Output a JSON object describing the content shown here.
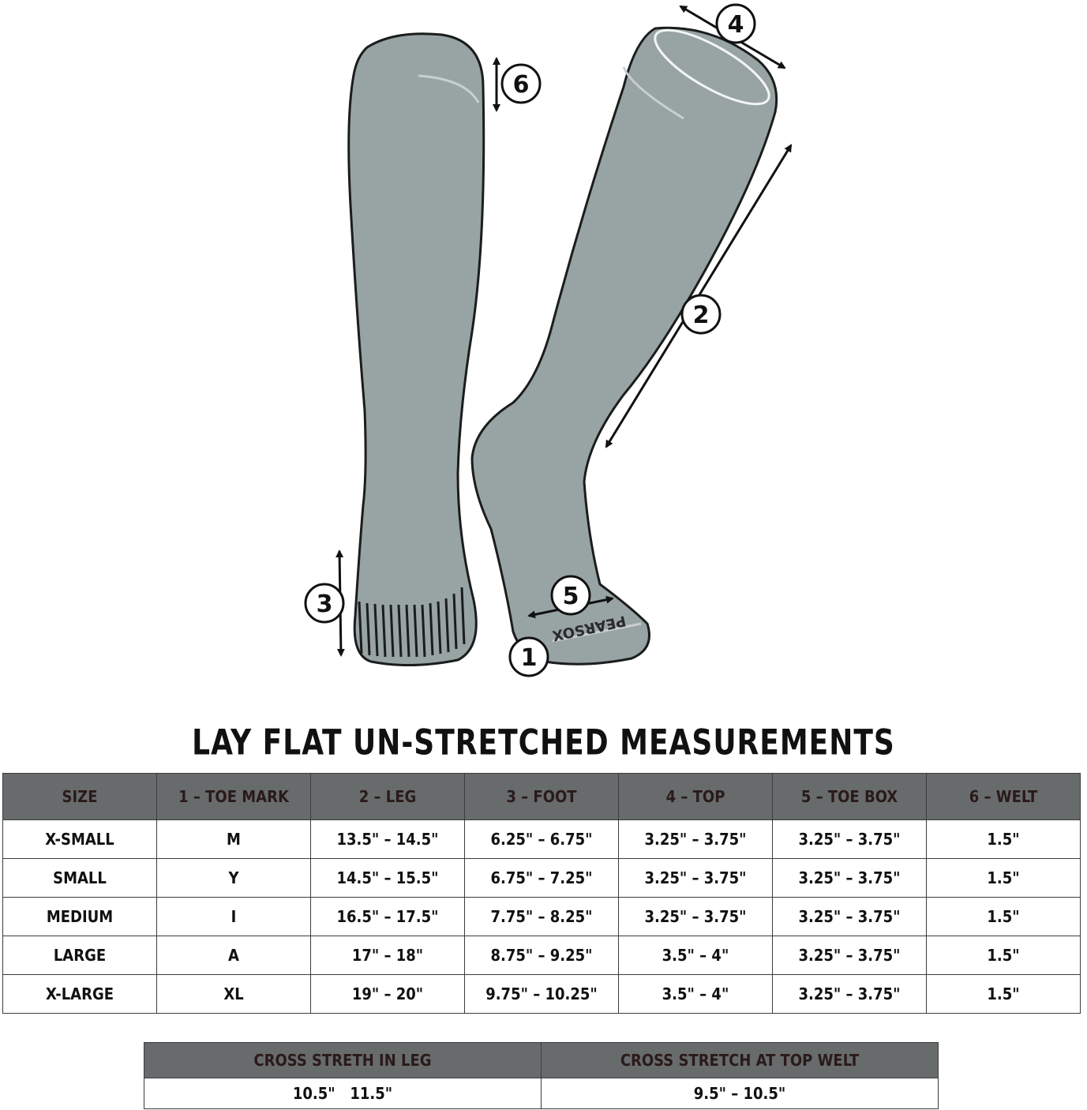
{
  "diagram": {
    "brand_text": "PEARSOX",
    "callouts": [
      "1",
      "2",
      "3",
      "4",
      "5",
      "6"
    ],
    "colors": {
      "sock": "#98a4a3",
      "outline": "#1b1d1d",
      "header": "#686b6c"
    }
  },
  "title": "LAY FLAT UN-STRETCHED MEASUREMENTS",
  "size_table": {
    "headers": [
      "SIZE",
      "1 – TOE MARK",
      "2 – LEG",
      "3 – FOOT",
      "4 – TOP",
      "5 – TOE BOX",
      "6 – WELT"
    ],
    "rows": [
      [
        "X-SMALL",
        "M",
        "13.5\" – 14.5\"",
        "6.25\" – 6.75\"",
        "3.25\" – 3.75\"",
        "3.25\" – 3.75\"",
        "1.5\""
      ],
      [
        "SMALL",
        "Y",
        "14.5\" – 15.5\"",
        "6.75\" – 7.25\"",
        "3.25\" – 3.75\"",
        "3.25\" – 3.75\"",
        "1.5\""
      ],
      [
        "MEDIUM",
        "I",
        "16.5\" – 17.5\"",
        "7.75\" – 8.25\"",
        "3.25\" – 3.75\"",
        "3.25\" – 3.75\"",
        "1.5\""
      ],
      [
        "LARGE",
        "A",
        "17\" – 18\"",
        "8.75\" – 9.25\"",
        "3.5\" – 4\"",
        "3.25\" – 3.75\"",
        "1.5\""
      ],
      [
        "X-LARGE",
        "XL",
        "19\" – 20\"",
        "9.75\" – 10.25\"",
        "3.5\" – 4\"",
        "3.25\" – 3.75\"",
        "1.5\""
      ]
    ]
  },
  "stretch_table": {
    "headers": [
      "CROSS STRETH IN LEG",
      "CROSS STRETCH AT TOP WELT"
    ],
    "values": [
      "10.5\"   11.5\"",
      "9.5\" – 10.5\""
    ]
  }
}
